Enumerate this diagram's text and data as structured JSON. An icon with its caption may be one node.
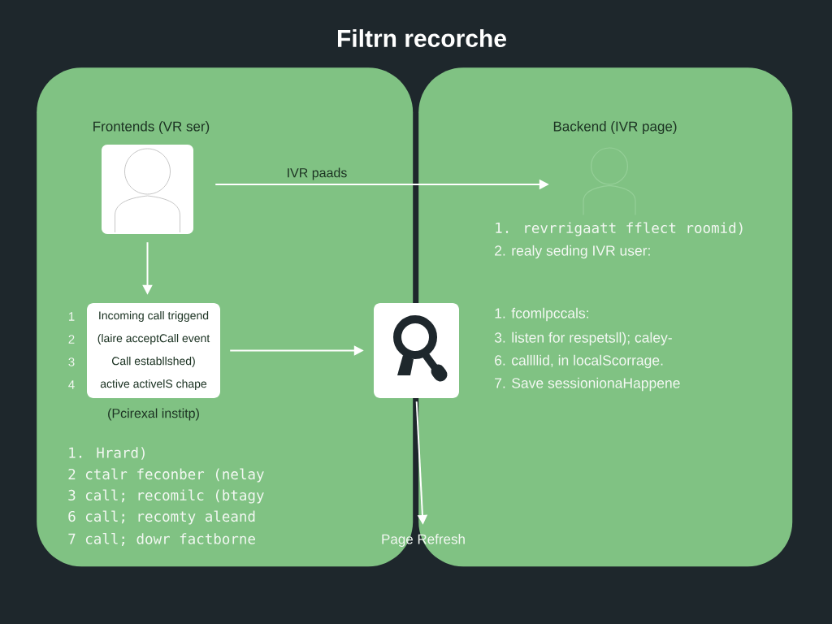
{
  "diagram": {
    "title": "Filtrn recorche",
    "nodes": [
      {
        "text": [
          "Frontends (VR ser)",
          "1. Hrard)",
          "2 ctalr feconber (nelay",
          "3 call; recomilc (btagy",
          "6 call; recomty aleand",
          "7 call; dowr factborne"
        ]
      },
      {
        "text": [
          "Backend (IVR page)",
          "1. revrrigaatt fflect roomid)",
          "2. realy seding IVR user:",
          "1. fcomlpccals:",
          "3. listen for respetsll); caley-",
          "6. callllid, in localScorrage.",
          "7. Save sessionionaHappene"
        ]
      },
      {
        "text": [],
        "shape": "person",
        "in": 0
      },
      {
        "text": [],
        "shape": "person",
        "in": 1
      },
      {
        "text": [
          "Incoming call triggend",
          "(laire acceptCall event",
          "Call establlshed)",
          "active activelS chape"
        ],
        "beside": [
          "1",
          "2",
          "3",
          "4",
          "(Pcirexal institp)"
        ],
        "in": 0
      },
      {
        "text": [],
        "shape": "picture"
      },
      {
        "text": [
          "Page Refresh"
        ]
      }
    ],
    "edges": [
      {
        "from": 2,
        "to": 3,
        "arrow": "to",
        "label": "IVR paads"
      },
      {
        "from": 2,
        "to": 4,
        "arrow": "to"
      },
      {
        "from": 4,
        "to": 5,
        "arrow": "to"
      },
      {
        "from": 5,
        "to": 6,
        "arrow": "to"
      }
    ]
  }
}
